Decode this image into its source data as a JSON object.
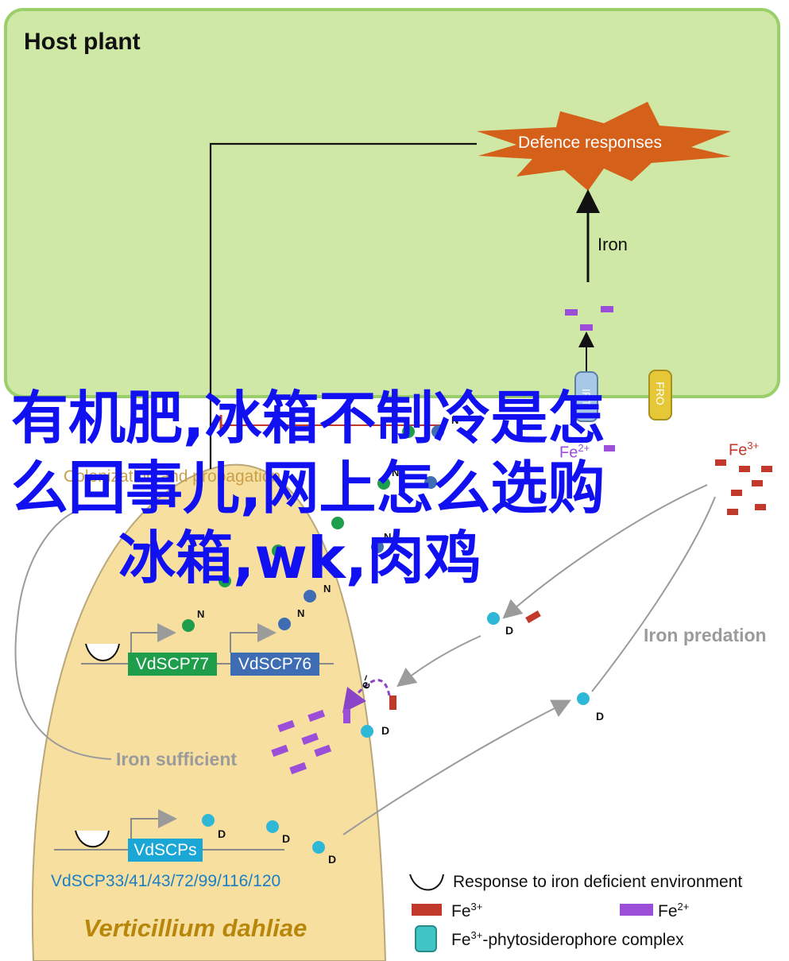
{
  "host_plant": {
    "title": "Host plant"
  },
  "defence": {
    "label": "Defence responses"
  },
  "iron_arrow": {
    "label": "Iron"
  },
  "colonization": {
    "label": "Colonization and propagation"
  },
  "iron_predation": {
    "label": "Iron predation"
  },
  "iron_sufficient": {
    "label": "Iron sufficient"
  },
  "transporters": {
    "yellow": "FRO",
    "blue": "IRT"
  },
  "ions": {
    "fe2": "Fe",
    "fe2_sup": "2+",
    "fe3": "Fe",
    "fe3_sup": "3+"
  },
  "enzymes": {
    "n": "N",
    "d": "D",
    "e": "e⁻"
  },
  "genes": {
    "vdscp77": "VdSCP77",
    "vdscp76": "VdSCP76",
    "vdscps": "VdSCPs",
    "vdscp_list": "VdSCP33/41/43/72/99/116/120"
  },
  "species": {
    "name": "Verticillium dahliae"
  },
  "legend": {
    "response": "Response to iron deficient environment",
    "fe3": "Fe",
    "fe3_sup": "3+",
    "fe2": "Fe",
    "fe2_sup": "2+",
    "complex_pre": "Fe",
    "complex_sup": "3+",
    "complex_post": "-phytosiderophore complex"
  },
  "overlay": {
    "line1": "有机肥,冰箱不制冷是怎",
    "line2": "么回事儿,网上怎么选购",
    "line3": "冰箱,wk,肉鸡"
  },
  "colors": {
    "host_bg": "#cfe8a6",
    "host_border": "#9bcf6a",
    "fungus_bg": "#f7dfa0",
    "star": "#d4601a",
    "fe2": "#9b4fd8",
    "fe3": "#c0392b",
    "enzyme_green": "#1e9e4b",
    "enzyme_blue": "#3e6db4",
    "siderophore": "#2fb7d8",
    "overlay": "#1010f0"
  }
}
